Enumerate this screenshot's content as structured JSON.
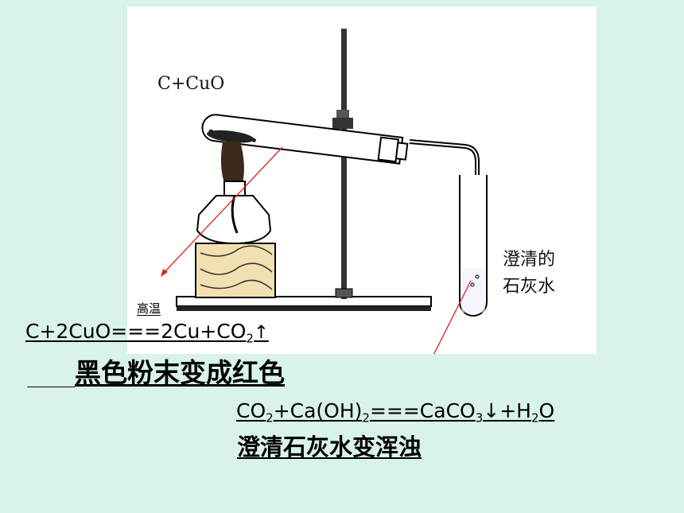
{
  "diagram": {
    "reactant_label": "C+CuO",
    "limewater_label_line1": "澄清的",
    "limewater_label_line2": "石灰水"
  },
  "equation1": {
    "condition": "高温",
    "text": "C+2CuO===2Cu+CO",
    "sub": "2",
    "gas_arrow": "↑"
  },
  "observation1": "黑色粉末变成红色",
  "equation2": {
    "part1": "CO",
    "sub1": "2",
    "part2": "+Ca(OH)",
    "sub2": "2",
    "part3": "===CaCO",
    "sub3": "3",
    "precip": "↓",
    "part4": "+H",
    "sub4": "2",
    "part5": "O"
  },
  "observation2": "澄清石灰水变浑浊",
  "colors": {
    "background": "#d9f2ea",
    "arrow": "#e02020"
  }
}
